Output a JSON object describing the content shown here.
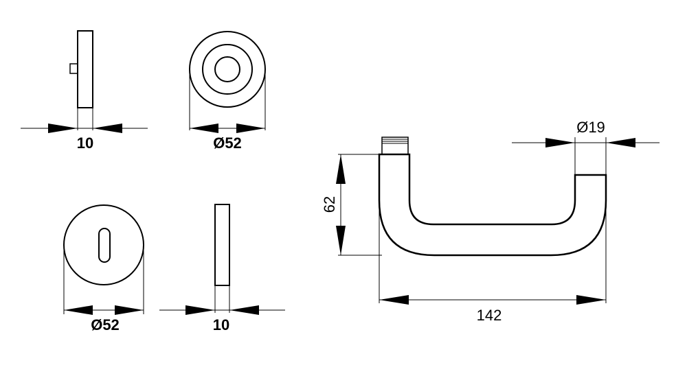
{
  "dimensions": {
    "rose_side_thickness": "10",
    "rose_diameter": "Ø52",
    "escutcheon_diameter": "Ø52",
    "escutcheon_side_thickness": "10",
    "lever_height": "62",
    "lever_diameter": "Ø19",
    "lever_length": "142"
  }
}
